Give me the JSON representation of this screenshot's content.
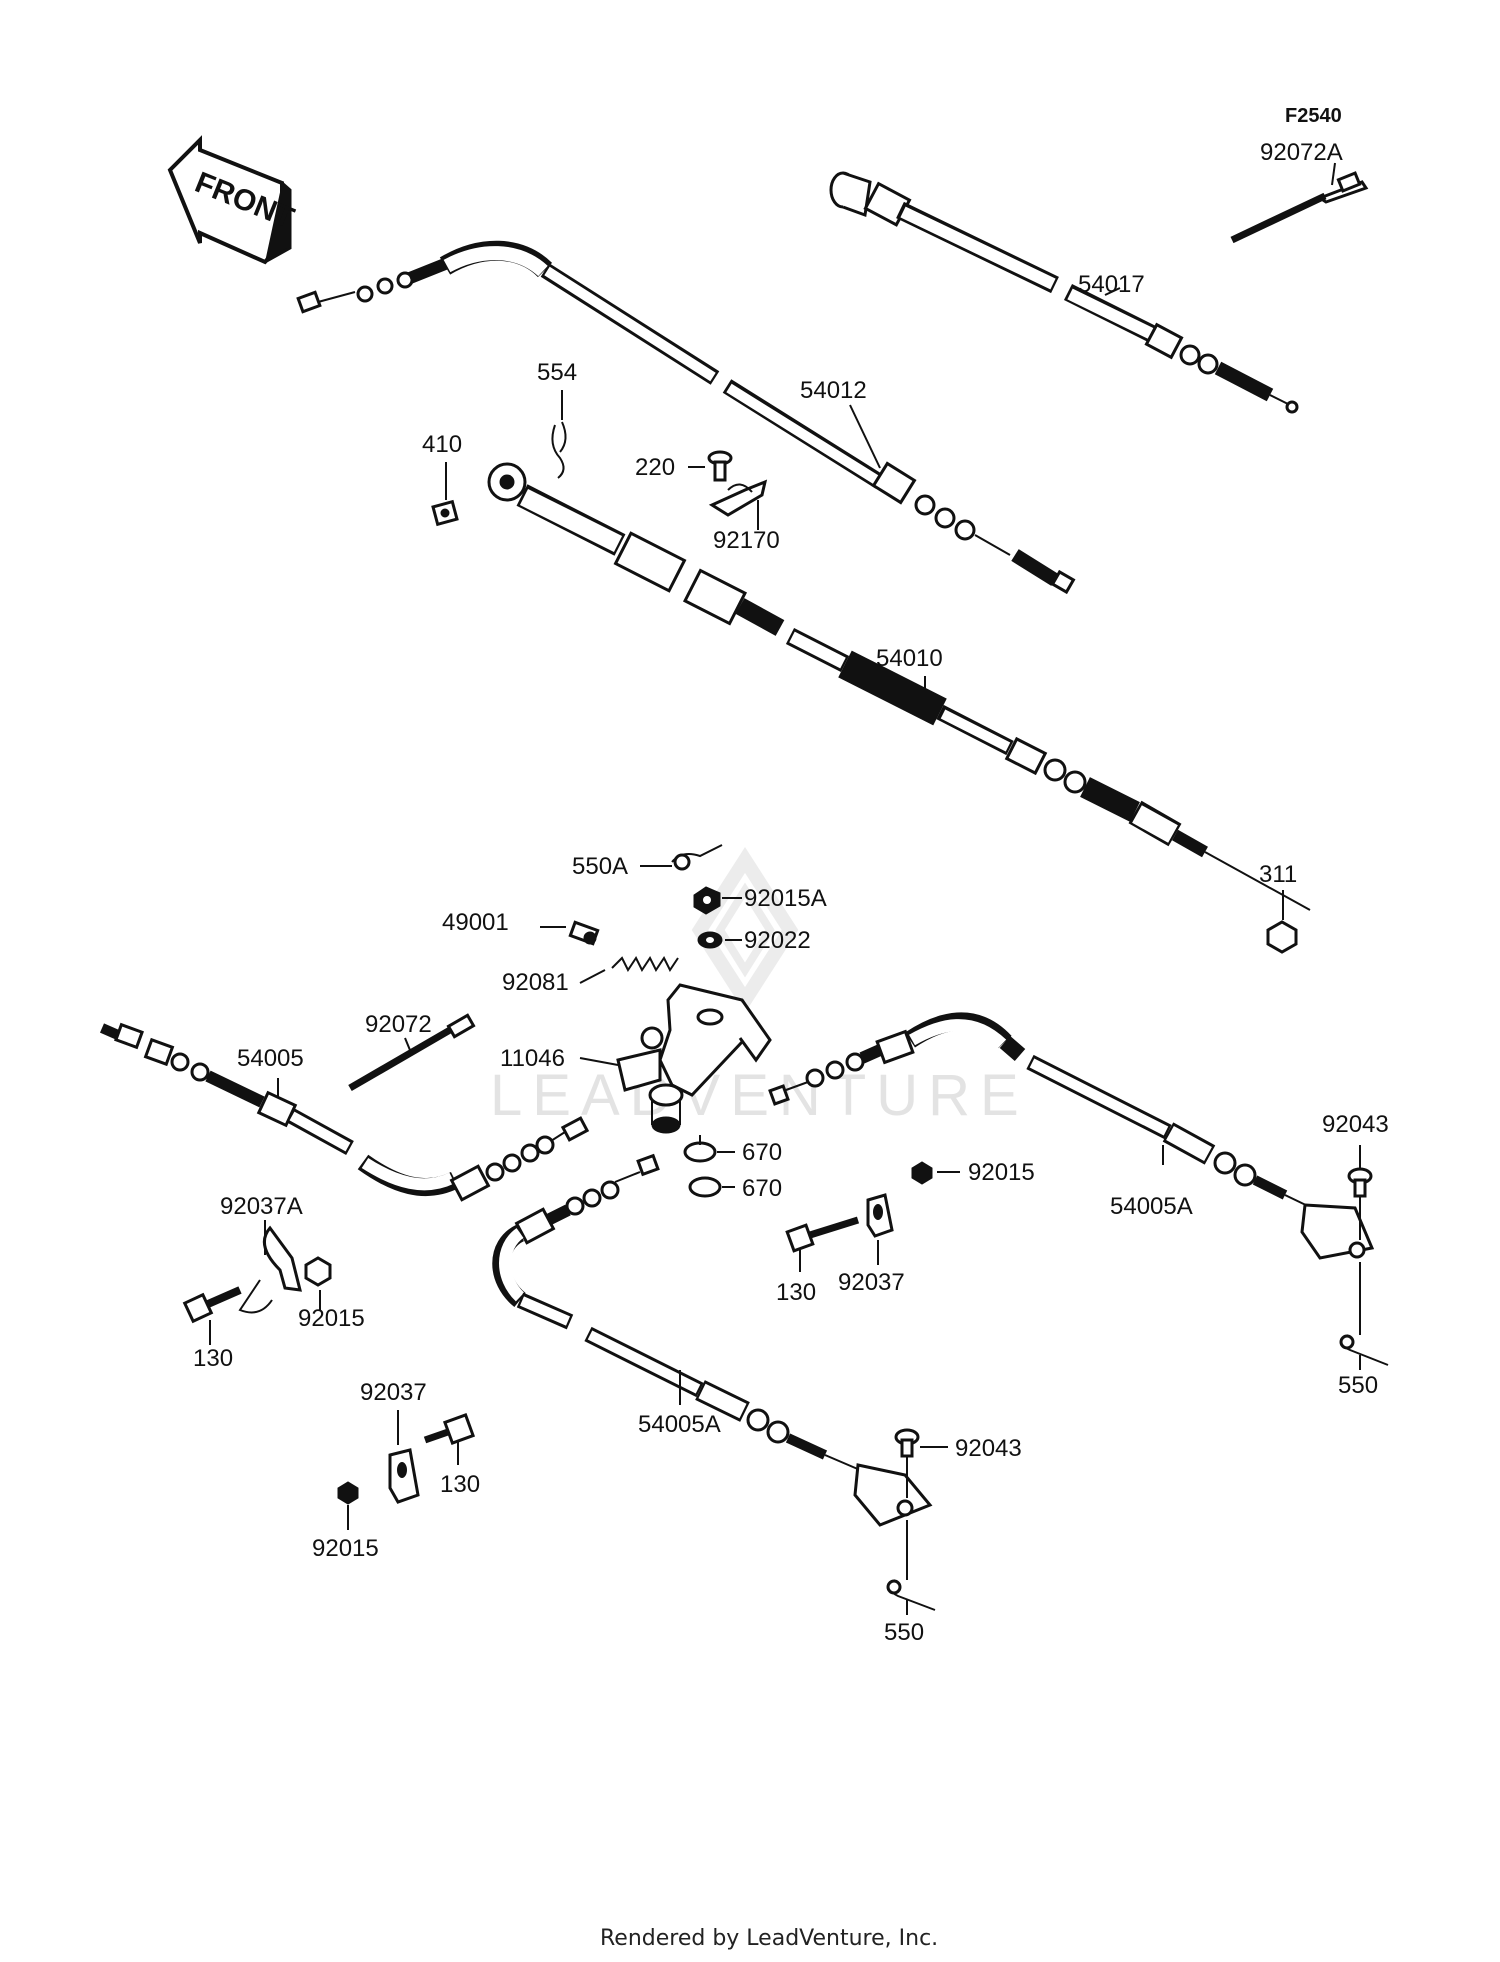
{
  "diagram": {
    "code": "F2540",
    "front_label": "FRONT",
    "watermark": "LEADVENTURE",
    "credit": "Rendered by LeadVenture, Inc."
  },
  "labels": {
    "p92072A": "92072A",
    "p54017": "54017",
    "p54012": "54012",
    "p554": "554",
    "p410": "410",
    "p220": "220",
    "p92170": "92170",
    "p54010": "54010",
    "p311": "311",
    "p550A": "550A",
    "p92015A": "92015A",
    "p49001": "49001",
    "p92022": "92022",
    "p92081": "92081",
    "p92072": "92072",
    "p11046": "11046",
    "p54005": "54005",
    "p670a": "670",
    "p670b": "670",
    "p92015_r": "92015",
    "p92043_r": "92043",
    "p54005A_r": "54005A",
    "p92037A": "92037A",
    "p92015_l": "92015",
    "p130_l": "130",
    "p130_m": "130",
    "p92037_m": "92037",
    "p550_r": "550",
    "p92037_b": "92037",
    "p130_b": "130",
    "p92015_b": "92015",
    "p54005A_b": "54005A",
    "p92043_b": "92043",
    "p550_b": "550"
  }
}
